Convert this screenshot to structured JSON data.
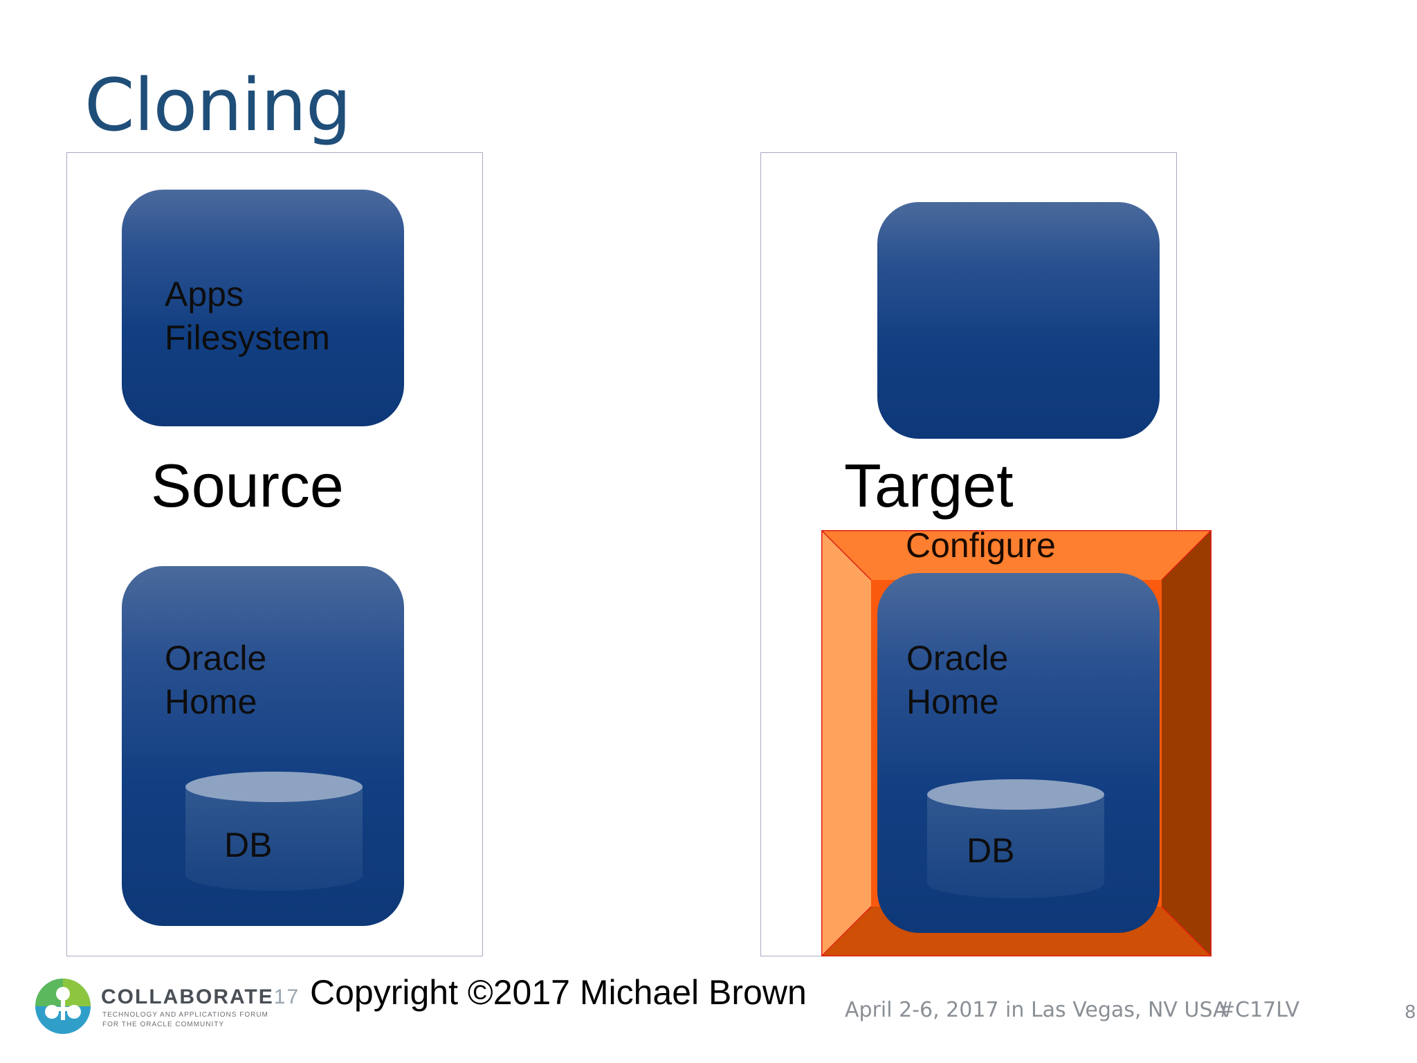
{
  "slide": {
    "title": "Cloning",
    "source": {
      "label": "Source",
      "apps_box_label": "Apps\nFilesystem",
      "oracle_box_label": "Oracle\nHome",
      "db_label": "DB"
    },
    "target": {
      "label": "Target",
      "apps_box_label": "",
      "oracle_box_label": "Oracle\nHome",
      "db_label": "DB",
      "frame_label": "Configure"
    }
  },
  "footer": {
    "logo_word": "COLLABORATE",
    "logo_number": "17",
    "logo_tagline": "Technology and Applications Forum for the Oracle Community",
    "copyright": "Copyright ©2017 Michael Brown",
    "event": "April 2-6, 2017 in Las Vegas, NV USA",
    "hashtag": "#C17LV",
    "page_number": "8"
  },
  "colors": {
    "title": "#1f4e79",
    "box_dark": "#0e3878",
    "box_light": "#4a6a9c",
    "frame_orange": "#ff7f2a",
    "frame_red": "#e02010"
  }
}
